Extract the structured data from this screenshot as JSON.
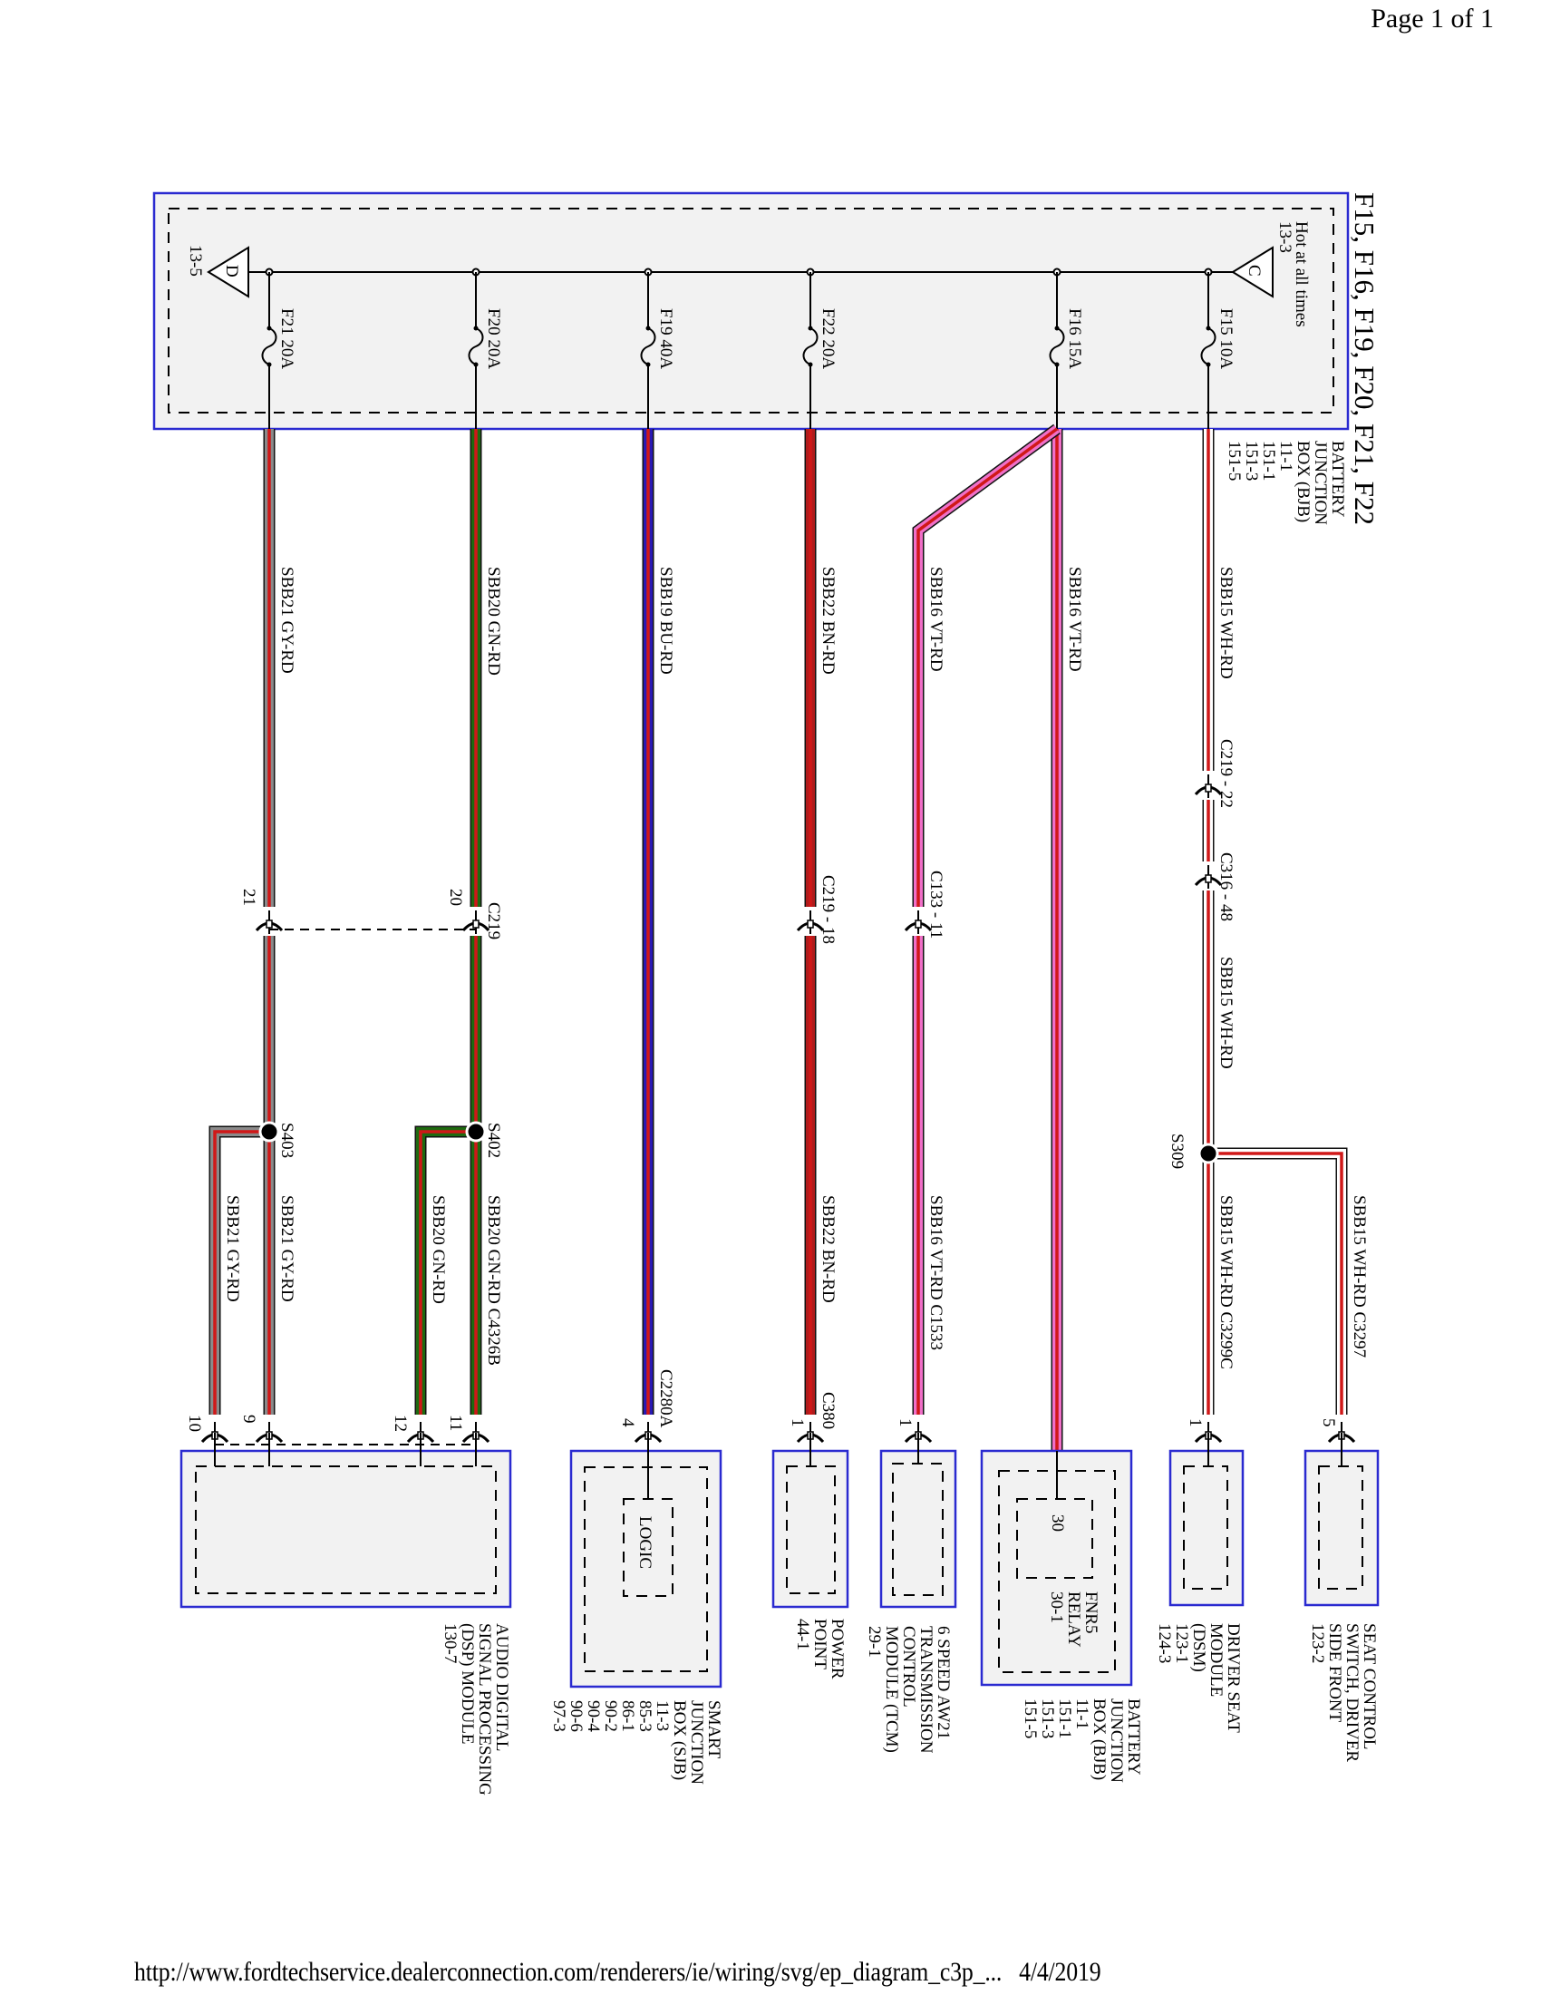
{
  "page": {
    "header": "Page 1 of 1",
    "footer_url": "http://www.fordtechservice.dealerconnection.com/renderers/ie/wiring/svg/ep_diagram_c3p_...",
    "footer_date": "4/4/2019"
  },
  "diagram": {
    "title": "F15, F16, F19, F20, F21, F22",
    "colors": {
      "box_border": "#2a2ad0",
      "box_fill": "#f2f2f2",
      "wire_outline": "#111111",
      "RD": "#d01818",
      "WH": "#ffffff",
      "VT": "#f070c8",
      "BN": "#b01c1c",
      "BU": "#2a1ab4",
      "GN": "#1e6a10",
      "GY": "#8a8a8a"
    },
    "bjb": {
      "name_lines": [
        "BATTERY",
        "JUNCTION",
        "BOX (BJB)",
        "11-1",
        "151-1",
        "151-3",
        "151-5"
      ],
      "hot_label": "Hot at all times",
      "bus_source": {
        "symbol": "C",
        "ref": "13-3"
      },
      "bus_dest": {
        "symbol": "D",
        "ref": "13-5"
      },
      "fuses": [
        {
          "id": "F15",
          "rating": "10A"
        },
        {
          "id": "F16",
          "rating": "15A"
        },
        {
          "id": "F22",
          "rating": "20A"
        },
        {
          "id": "F19",
          "rating": "40A"
        },
        {
          "id": "F20",
          "rating": "20A"
        },
        {
          "id": "F21",
          "rating": "20A"
        }
      ]
    },
    "circuits": [
      {
        "fuse": "F15",
        "circuit": "SBB15",
        "color_code": "WH-RD",
        "inline_connectors": [
          "C219 - 22",
          "C316 - 48"
        ],
        "after_connector_label": {
          "circuit": "SBB15",
          "color_code": "WH-RD"
        },
        "splice": "S309",
        "branches": [
          {
            "circuit": "SBB15",
            "color_code": "WH-RD",
            "connector": "C3299C",
            "pin": "1",
            "component": "dsm"
          },
          {
            "circuit": "SBB15",
            "color_code": "WH-RD",
            "connector": "C3297",
            "pin": "5",
            "component": "seat_switch"
          }
        ]
      },
      {
        "fuse": "F16",
        "circuit": "SBB16",
        "color_code": "VT-RD",
        "branches": [
          {
            "circuit": "SBB16",
            "color_code": "VT-RD",
            "connector": "",
            "pin": "30",
            "component": "bjb_relay"
          },
          {
            "circuit": "SBB16",
            "color_code": "VT-RD",
            "inline_connector": "C133 - 11",
            "lower_circuit": "SBB16",
            "lower_color_code": "VT-RD",
            "connector": "C1533",
            "pin": "1",
            "component": "tcm"
          }
        ]
      },
      {
        "fuse": "F22",
        "circuit": "SBB22",
        "color_code": "BN-RD",
        "inline_connector": "C219 - 18",
        "lower_circuit": "SBB22",
        "lower_color_code": "BN-RD",
        "connector": "C380",
        "pin": "1",
        "component": "power_point"
      },
      {
        "fuse": "F19",
        "circuit": "SBB19",
        "color_code": "BU-RD",
        "connector": "C2280A",
        "pin": "4",
        "component": "sjb"
      },
      {
        "fuse": "F20",
        "circuit": "SBB20",
        "color_code": "GN-RD",
        "inline_connector": "C219",
        "inline_pin": "20",
        "splice": "S402",
        "branches": [
          {
            "circuit": "SBB20",
            "color_code": "GN-RD",
            "connector": "C4326B",
            "pin": "11"
          },
          {
            "circuit": "SBB20",
            "color_code": "GN-RD",
            "pin": "12"
          }
        ],
        "component": "dsp"
      },
      {
        "fuse": "F21",
        "circuit": "SBB21",
        "color_code": "GY-RD",
        "inline_pin": "21",
        "splice": "S403",
        "branches": [
          {
            "circuit": "SBB21",
            "color_code": "GY-RD",
            "pin": "9"
          },
          {
            "circuit": "SBB21",
            "color_code": "GY-RD",
            "pin": "10"
          }
        ],
        "component": "dsp"
      }
    ],
    "components": {
      "seat_switch": {
        "name_lines": [
          "SEAT CONTROL",
          "SWITCH, DRIVER",
          "SIDE FRONT",
          "123-2"
        ]
      },
      "dsm": {
        "name_lines": [
          "DRIVER SEAT",
          "MODULE",
          "(DSM)",
          "123-1",
          "124-3"
        ]
      },
      "bjb_relay": {
        "name_lines": [
          "BATTERY",
          "JUNCTION",
          "BOX (BJB)",
          "11-1",
          "151-1",
          "151-3",
          "151-5"
        ],
        "inner_lines": [
          "FNR5",
          "RELAY",
          "30-1"
        ]
      },
      "tcm": {
        "name_lines": [
          "6 SPEED AW21",
          "TRANSMISSION",
          "CONTROL",
          "MODULE (TCM)",
          "29-1"
        ]
      },
      "power_point": {
        "name_lines": [
          "POWER",
          "POINT",
          "44-1"
        ]
      },
      "sjb": {
        "name_lines": [
          "SMART",
          "JUNCTION",
          "BOX (SJB)",
          "11-3",
          "85-3",
          "86-1",
          "90-2",
          "90-4",
          "90-6",
          "97-3"
        ],
        "inner_label": "LOGIC"
      },
      "dsp": {
        "name_lines": [
          "AUDIO DIGITAL",
          "SIGNAL PROCESSING",
          "(DSP) MODULE",
          "130-7"
        ]
      }
    }
  }
}
